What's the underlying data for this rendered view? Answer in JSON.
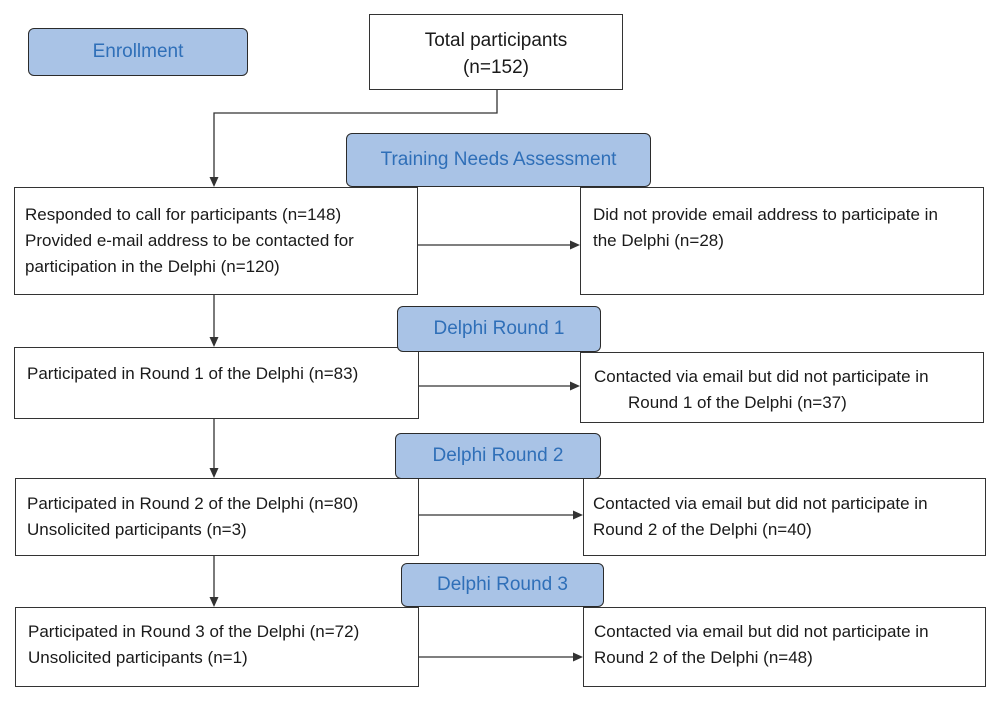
{
  "stages": {
    "enrollment": "Enrollment",
    "tna": "Training Needs Assessment",
    "round1": "Delphi Round 1",
    "round2": "Delphi Round 2",
    "round3": "Delphi Round 3"
  },
  "total": {
    "line1": "Total participants",
    "line2": "(n=152)"
  },
  "responded": {
    "line1": "Responded to call for participants (n=148)",
    "line2": "Provided e-mail address to be contacted for",
    "line3": "participation in the Delphi (n=120)"
  },
  "no_email": {
    "line1": "Did not provide email address to participate in",
    "line2": "the Delphi (n=28)"
  },
  "round1_in": {
    "line1": "Participated in Round 1 of the Delphi (n=83)"
  },
  "round1_out": {
    "line1": "Contacted via email but did not participate in",
    "line2": "Round 1 of the Delphi (n=37)"
  },
  "round2_in": {
    "line1": "Participated in Round 2 of the Delphi (n=80)",
    "line2": "Unsolicited participants (n=3)"
  },
  "round2_out": {
    "line1": "Contacted via email but did not participate in",
    "line2": "Round 2 of the Delphi (n=40)"
  },
  "round3_in": {
    "line1": "Participated in Round 3 of the Delphi (n=72)",
    "line2": "Unsolicited participants (n=1)"
  },
  "round3_out": {
    "line1": "Contacted via email but did not participate in",
    "line2": "Round 2 of the Delphi (n=48)"
  },
  "colors": {
    "stage_fill": "#a9c3e6",
    "stage_text": "#2f6fb8",
    "stroke": "#333333"
  }
}
